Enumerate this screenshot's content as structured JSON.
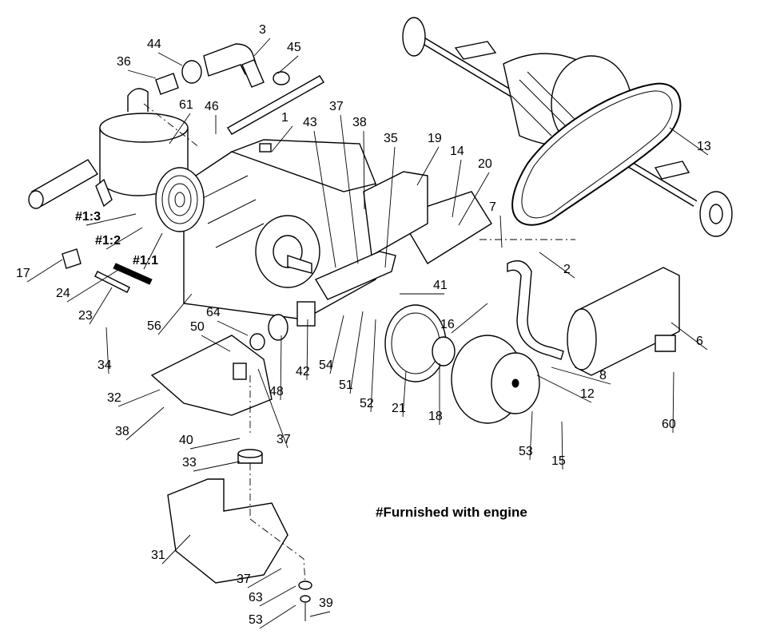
{
  "note": "#Furnished with engine",
  "callouts": [
    {
      "label": "3"
    },
    {
      "label": "44"
    },
    {
      "label": "45"
    },
    {
      "label": "36"
    },
    {
      "label": "61"
    },
    {
      "label": "46"
    },
    {
      "label": "1"
    },
    {
      "label": "43"
    },
    {
      "label": "37"
    },
    {
      "label": "38"
    },
    {
      "label": "35"
    },
    {
      "label": "19"
    },
    {
      "label": "14"
    },
    {
      "label": "20"
    },
    {
      "label": "13"
    },
    {
      "label": "#1:3"
    },
    {
      "label": "#1:2"
    },
    {
      "label": "#1:1"
    },
    {
      "label": "7"
    },
    {
      "label": "2"
    },
    {
      "label": "17"
    },
    {
      "label": "24"
    },
    {
      "label": "23"
    },
    {
      "label": "41"
    },
    {
      "label": "16"
    },
    {
      "label": "6"
    },
    {
      "label": "64"
    },
    {
      "label": "56"
    },
    {
      "label": "50"
    },
    {
      "label": "34"
    },
    {
      "label": "42"
    },
    {
      "label": "54"
    },
    {
      "label": "51"
    },
    {
      "label": "52"
    },
    {
      "label": "21"
    },
    {
      "label": "18"
    },
    {
      "label": "8"
    },
    {
      "label": "12"
    },
    {
      "label": "60"
    },
    {
      "label": "48"
    },
    {
      "label": "32"
    },
    {
      "label": "37"
    },
    {
      "label": "38"
    },
    {
      "label": "53"
    },
    {
      "label": "15"
    },
    {
      "label": "40"
    },
    {
      "label": "33"
    },
    {
      "label": "31"
    },
    {
      "label": "37"
    },
    {
      "label": "63"
    },
    {
      "label": "53"
    },
    {
      "label": "39"
    }
  ]
}
